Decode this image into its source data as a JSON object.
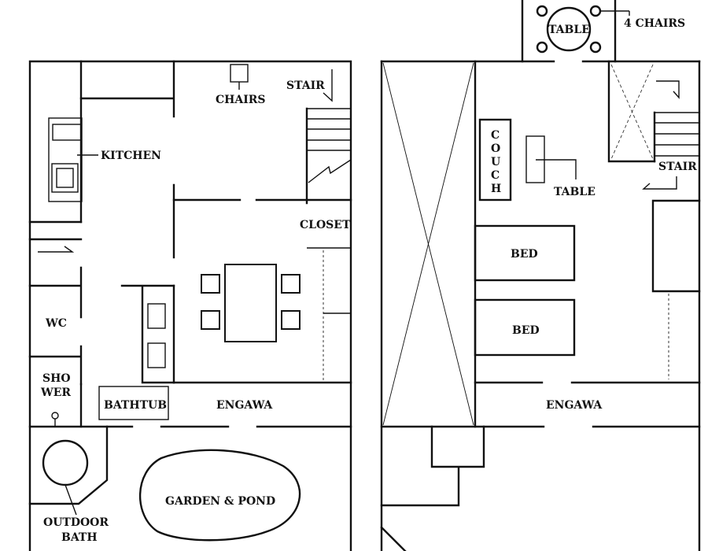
{
  "ground_floor": {
    "labels": {
      "kitchen": "KITCHEN",
      "chairs": "CHAIRS",
      "stair": "STAIR",
      "closet": "CLOSET",
      "wc": "WC",
      "shower_line1": "SHO",
      "shower_line2": "WER",
      "bathtub": "BATHTUB",
      "engawa": "ENGAWA",
      "garden_pond": "GARDEN & POND",
      "outdoor_bath_line1": "OUTDOOR",
      "outdoor_bath_line2": "BATH"
    }
  },
  "upper_floor": {
    "labels": {
      "table_top": "TABLE",
      "four_chairs": "4 CHAIRS",
      "couch_letters": [
        "C",
        "O",
        "U",
        "C",
        "H"
      ],
      "table": "TABLE",
      "stair": "STAIR",
      "bed_1": "BED",
      "bed_2": "BED",
      "engawa": "ENGAWA"
    }
  }
}
